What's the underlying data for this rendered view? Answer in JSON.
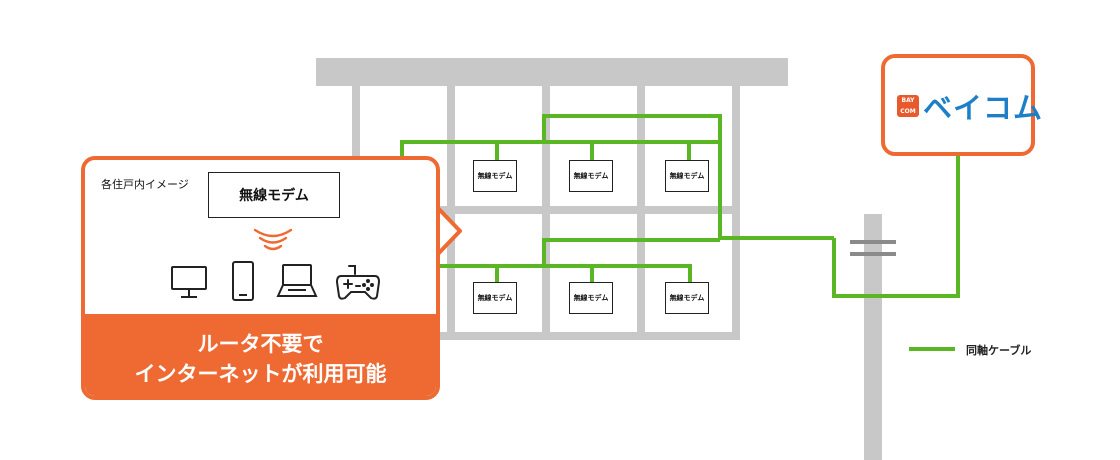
{
  "building_modem_label": "無線モデム",
  "callout": {
    "title": "各住戸内イメージ",
    "modem_label": "無線モデム",
    "devices": [
      "monitor-icon",
      "smartphone-icon",
      "laptop-icon",
      "gamepad-icon"
    ],
    "headline_line1": "ルータ不要で",
    "headline_line2": "インターネットが利用可能"
  },
  "provider": {
    "logo_text": "BAY COM",
    "name": "ベイコム"
  },
  "legend": {
    "label": "同軸ケーブル"
  },
  "colors": {
    "cable": "#5bb624",
    "accent": "#ef6a33",
    "brand_blue": "#1d7fc8",
    "building": "#c8c8c8"
  }
}
